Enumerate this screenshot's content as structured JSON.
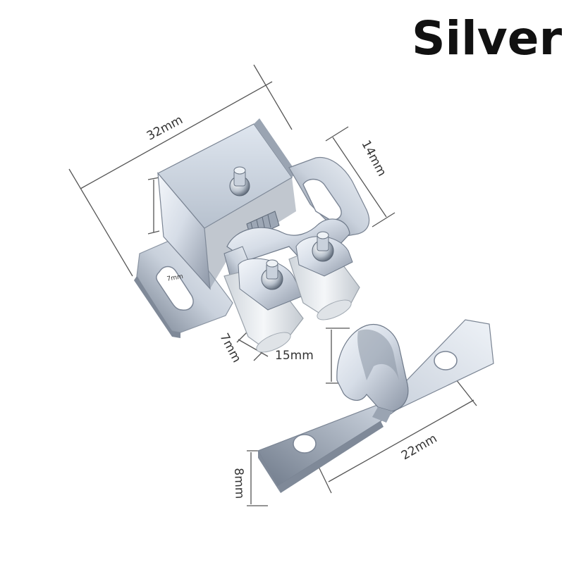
{
  "title": "Silver",
  "product": "cabinet double roller catch with strike plate",
  "colors": {
    "metal_light": "#f2f6fb",
    "metal_mid": "#c3ccd8",
    "metal_dark": "#7c8695",
    "roller": "#e9ecef",
    "dimension_line": "#555555",
    "text": "#333333"
  },
  "dimensions": {
    "catch_length": "32mm",
    "catch_height": "14mm",
    "catch_small": "7mm",
    "strike_height": "15mm",
    "strike_length": "22mm",
    "strike_width": "8mm",
    "slot_mark": "7mm"
  }
}
